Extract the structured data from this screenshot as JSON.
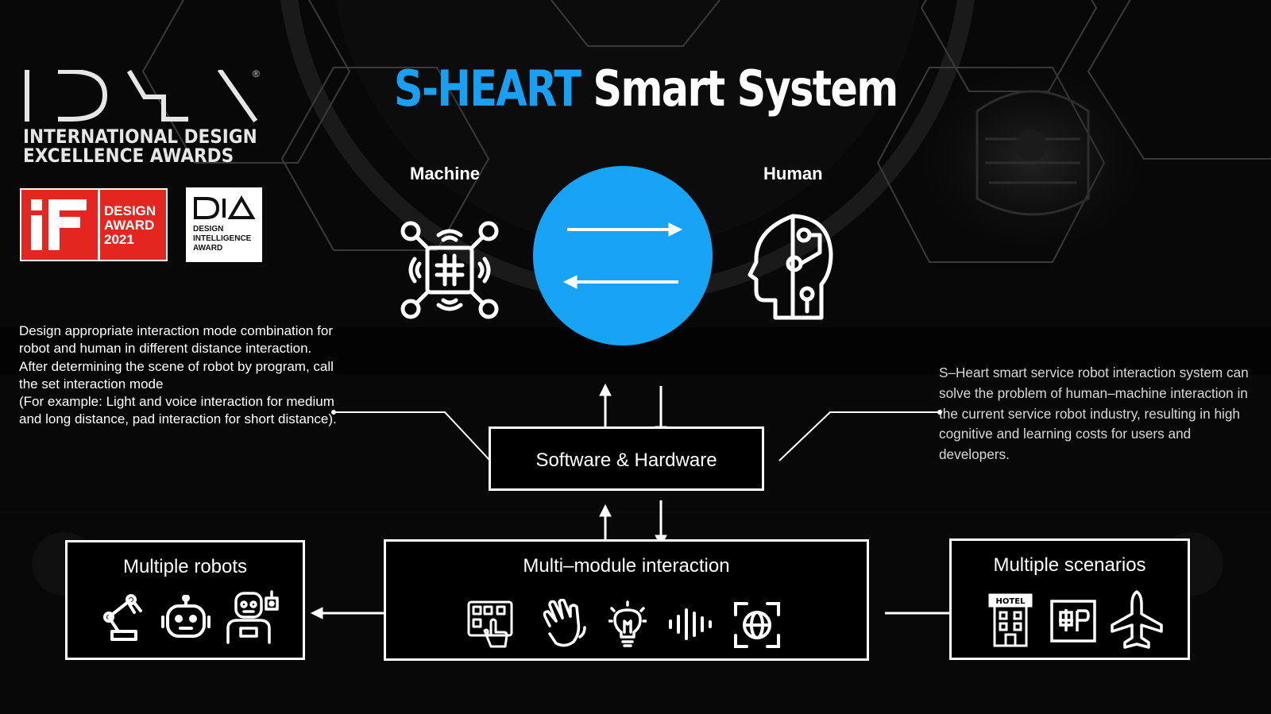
{
  "title": {
    "accent": "S-HEART",
    "rest": " Smart System"
  },
  "colors": {
    "accent": "#1aa0f2",
    "circle": "#17a3f6",
    "if_red": "#e3261f",
    "background": "#080808"
  },
  "awards": {
    "ida_caption_line1": "INTERNATIONAL DESIGN",
    "ida_caption_line2": "EXCELLENCE AWARDS",
    "ida_registered": "®",
    "if_line1": "DESIGN",
    "if_line2": "AWARD",
    "if_line3": "2021",
    "dia_line1": "DESIGN",
    "dia_line2": "INTELLIGENCE",
    "dia_line3": "AWARD"
  },
  "labels": {
    "machine": "Machine",
    "human": "Human"
  },
  "icons": {
    "machine": "robot-chip-icon",
    "human": "ai-head-icon",
    "robots": [
      "robot-arm-icon",
      "robot-face-icon",
      "humanoid-robot-icon"
    ],
    "modules": [
      "touch-screen-icon",
      "gesture-hand-icon",
      "light-bulb-icon",
      "voice-wave-icon",
      "face-scan-icon"
    ],
    "scenarios": [
      "hotel-icon",
      "bank-icon",
      "airplane-icon"
    ]
  },
  "descriptions": {
    "left": "Design appropriate interaction mode combination for robot and human in different distance interaction. After determining the scene of robot by program, call the set interaction mode\n(For example:  Light and voice interaction for medium and long distance, pad interaction for short distance).",
    "right": "S–Heart smart service robot interaction system can solve the problem of human–machine interaction in the current service robot industry, resulting in high cognitive and learning costs for users and developers."
  },
  "boxes": {
    "software_hardware": "Software & Hardware",
    "multiple_robots": "Multiple robots",
    "multi_module": "Multi–module interaction",
    "multiple_scenarios": "Multiple scenarios"
  },
  "hotel_sign": "HOTEL"
}
